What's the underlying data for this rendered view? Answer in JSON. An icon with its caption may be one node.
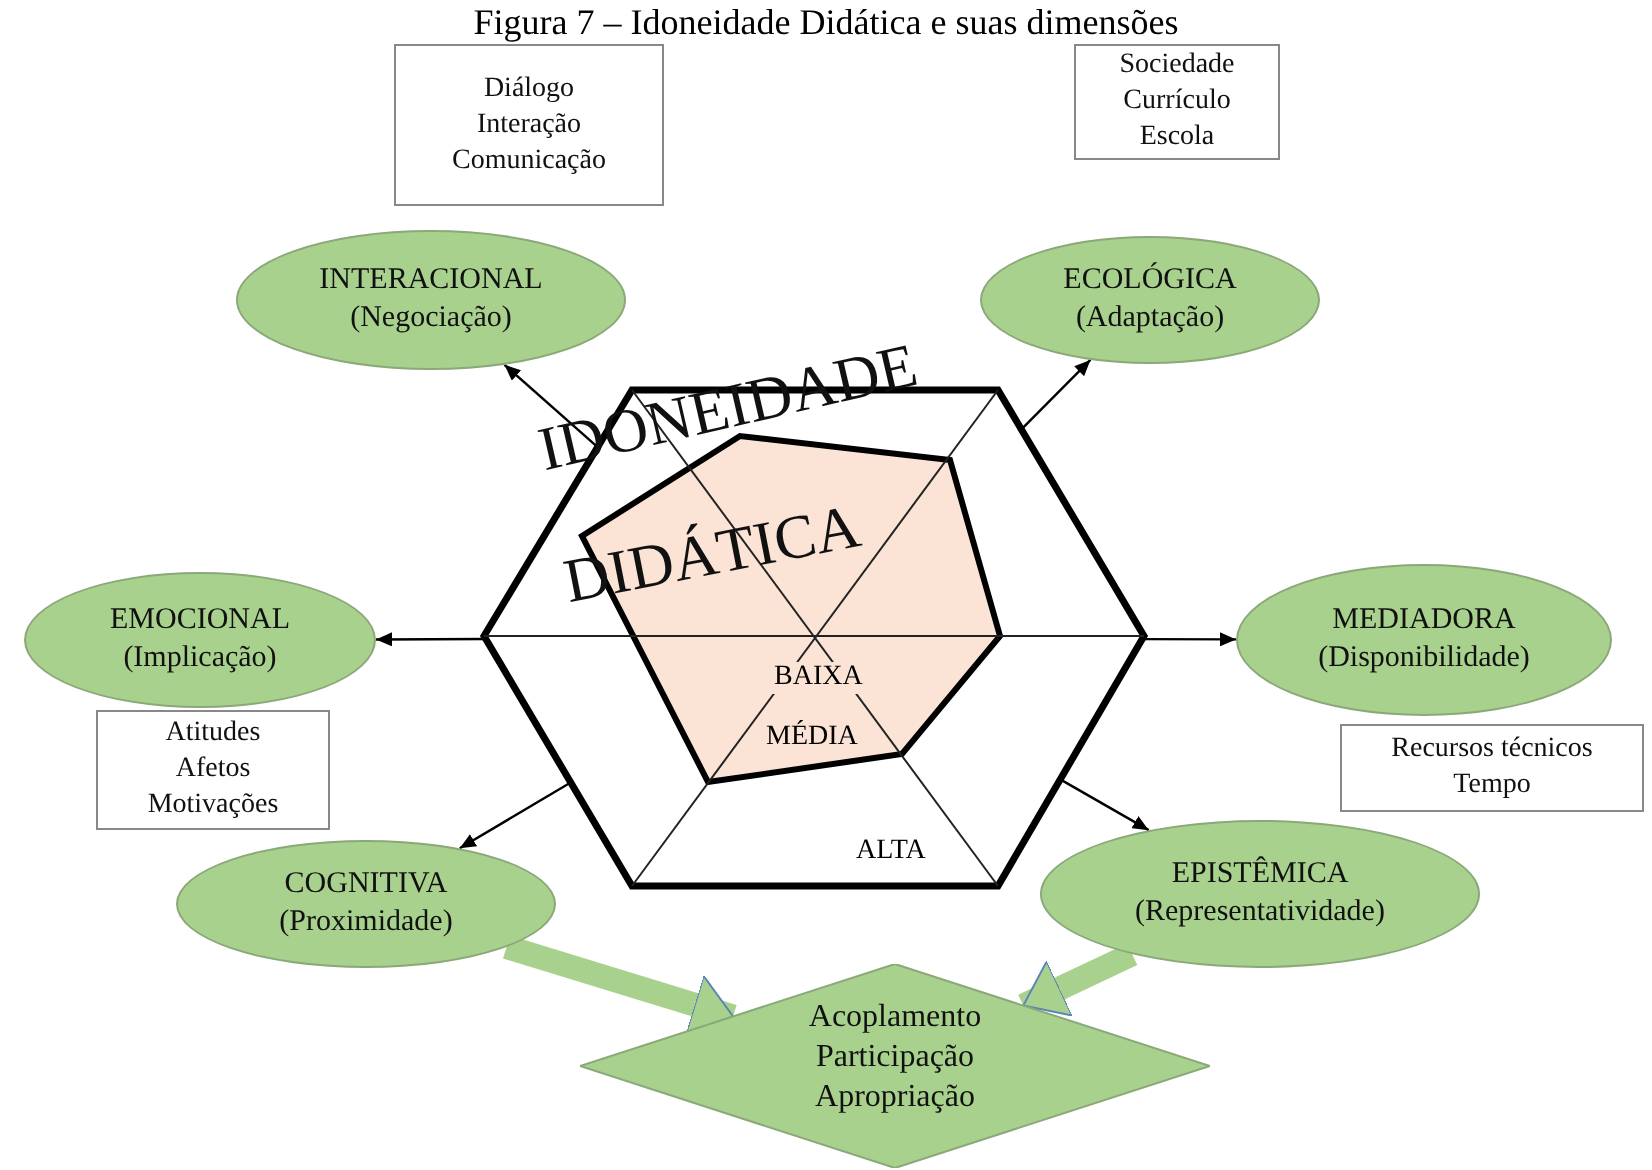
{
  "diagram": {
    "title": "Figura 7 – Idoneidade Didática e suas dimensões",
    "nodes": [
      {
        "text": [
          "Diálogo",
          "Interação",
          "Comunicação"
        ]
      },
      {
        "text": [
          "Sociedade",
          "Currículo",
          "Escola"
        ]
      },
      {
        "text": [
          "INTERACIONAL",
          "(Negociação)"
        ]
      },
      {
        "text": [
          "ECOLÓGICA",
          "(Adaptação)"
        ]
      },
      {
        "text": [
          "IDONEIDADE",
          "DIDÁTICA"
        ]
      },
      {
        "text": [
          "EMOCIONAL",
          "(Implicação)"
        ]
      },
      {
        "text": [
          "MEDIADORA",
          "(Disponibilidade)"
        ]
      },
      {
        "text": [
          "Atitudes",
          "Afetos",
          "Motivações"
        ]
      },
      {
        "text": [
          "Recursos técnicos",
          "Tempo"
        ]
      },
      {
        "text": [
          "COGNITIVA",
          "(Proximidade)"
        ]
      },
      {
        "text": [
          "EPISTÊMICA",
          "(Representatividade)"
        ]
      },
      {
        "text": [
          "Acoplamento",
          "Participação",
          "Apropriação"
        ]
      }
    ],
    "edges": [
      {
        "from": 4,
        "to": 2,
        "arrow": "to"
      },
      {
        "from": 4,
        "to": 3,
        "arrow": "to"
      },
      {
        "from": 4,
        "to": 5,
        "arrow": "to"
      },
      {
        "from": 4,
        "to": 6,
        "arrow": "to"
      },
      {
        "from": 4,
        "to": 9,
        "arrow": "to"
      },
      {
        "from": 4,
        "to": 10,
        "arrow": "to"
      },
      {
        "from": 9,
        "to": 11,
        "arrow": "to",
        "style": "thick",
        "color": "#a9d18e"
      },
      {
        "from": 10,
        "to": 11,
        "arrow": "to",
        "style": "thick",
        "color": "#a9d18e"
      }
    ],
    "labels": [
      "BAIXA",
      "MÉDIA",
      "ALTA"
    ]
  }
}
